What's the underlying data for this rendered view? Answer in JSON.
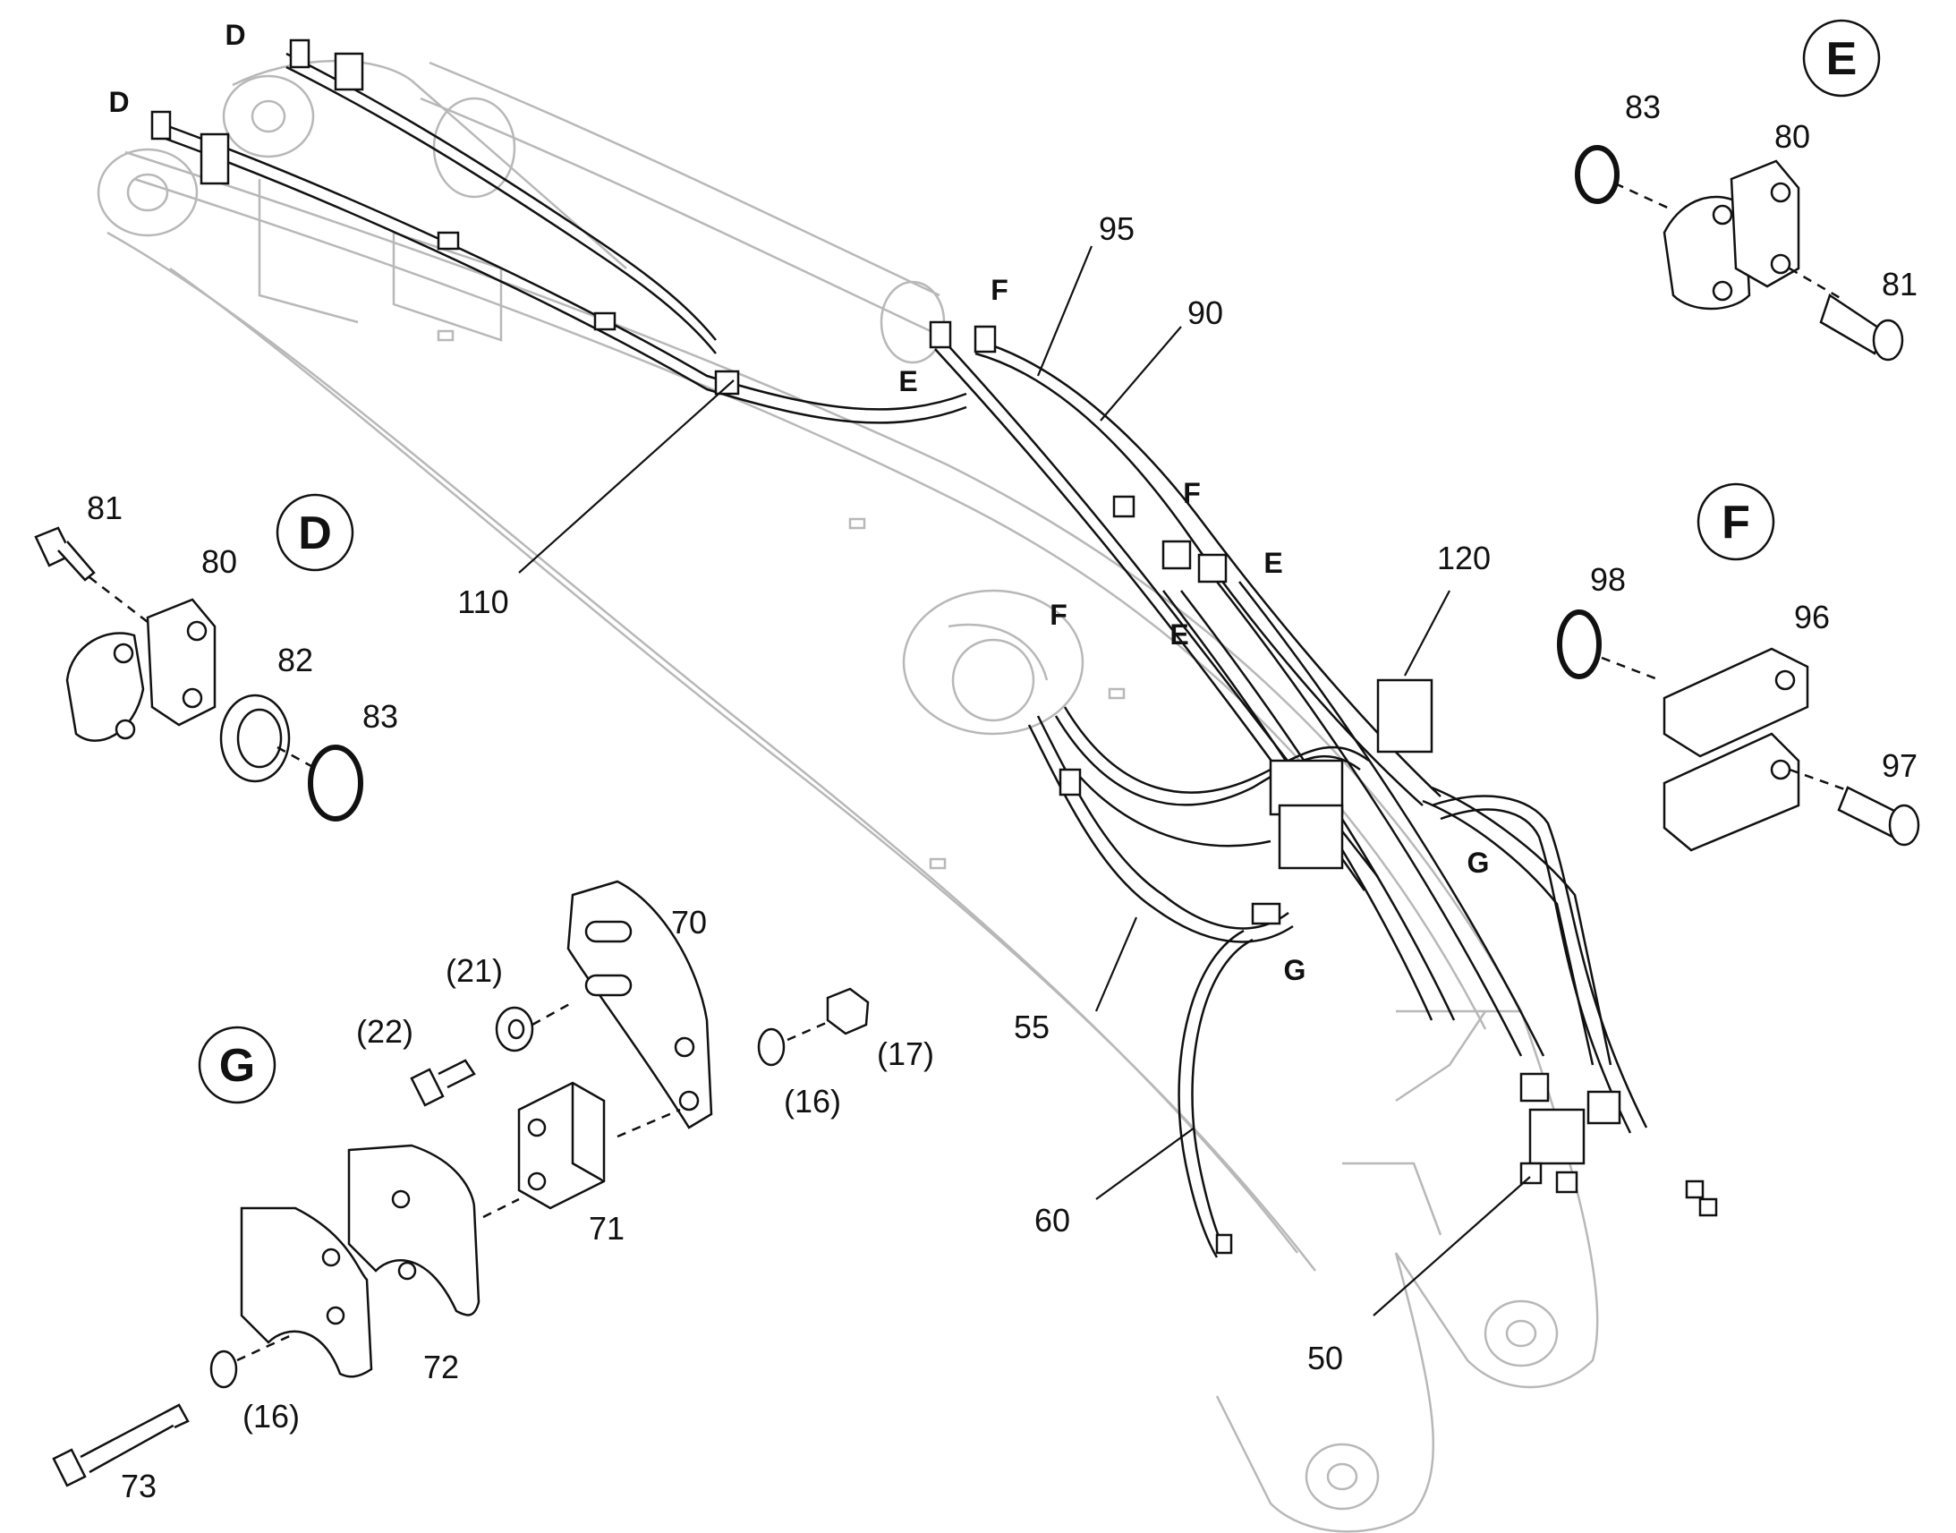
{
  "diagram": {
    "colors": {
      "ink": "#111111",
      "faint": "#b8b8b8",
      "paper": "#ffffff"
    },
    "detail_labels": {
      "d": "D",
      "e": "E",
      "f": "F",
      "g": "G"
    },
    "ref_labels": {
      "d1": "D",
      "d2": "D",
      "e1": "E",
      "e2": "E",
      "e3": "E",
      "f1": "F",
      "f2": "F",
      "f3": "F",
      "g1": "G",
      "g2": "G"
    },
    "part_numbers": {
      "p95": "95",
      "p90": "90",
      "p110": "110",
      "p120": "120",
      "p55": "55",
      "p60": "60",
      "p50": "50",
      "p70": "70",
      "p71": "71",
      "p72": "72",
      "p73": "73",
      "p21": "(21)",
      "p22": "(22)",
      "p16a": "(16)",
      "p16b": "(16)",
      "p17": "(17)",
      "d81": "81",
      "d80": "80",
      "d82": "82",
      "d83": "83",
      "e83": "83",
      "e80": "80",
      "e81": "81",
      "f98": "98",
      "f96": "96",
      "f97": "97"
    }
  }
}
